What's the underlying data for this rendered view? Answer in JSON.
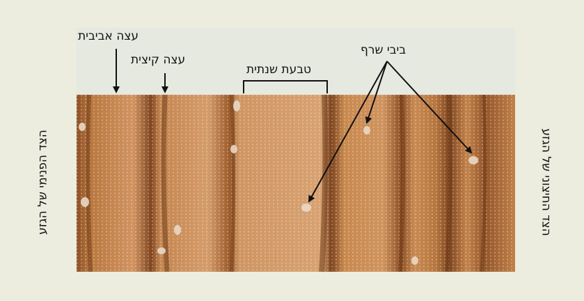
{
  "labels": {
    "earlywood": "עצה אביבית",
    "latewood": "עצה קיצית",
    "annual_ring": "טבעת שנתית",
    "resin_canals": "ביבי שרף",
    "inner_side": "הצד הפנימי של הגזע",
    "outer_side": "הצד החיצוני של הגזע"
  },
  "colors": {
    "background": "#ececdf",
    "top_band": "#e6e9e0",
    "wood_light": "#d49a68",
    "wood_mid": "#c4854f",
    "wood_dark": "#8a4f24",
    "resin_spot": "#e9d8c6",
    "ink": "#111111"
  }
}
